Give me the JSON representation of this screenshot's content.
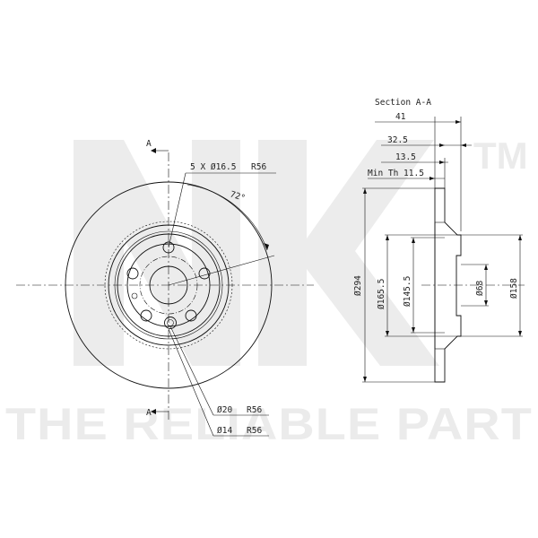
{
  "watermark": {
    "logo_text": "NK",
    "trademark": "TM",
    "slogan": "THE RELIABLE PART"
  },
  "front_view": {
    "section_marker_top": "A",
    "section_marker_bottom": "A",
    "bolt_holes": "5 X Ø16.5",
    "bolt_holes_radius": "R56",
    "angle": "72°",
    "hole_20": "Ø20",
    "hole_20_radius": "R56",
    "hole_14": "Ø14",
    "hole_14_radius": "R56"
  },
  "section_view": {
    "title": "Section A-A",
    "dim_overall_height": "41",
    "dim_hub_offset": "32.5",
    "dim_thickness": "13.5",
    "dim_min_thickness": "Min Th 11.5",
    "dia_outer": "Ø294",
    "dia_165": "Ø165.5",
    "dia_145": "Ø145.5",
    "dia_center": "Ø68",
    "dia_158": "Ø158"
  }
}
